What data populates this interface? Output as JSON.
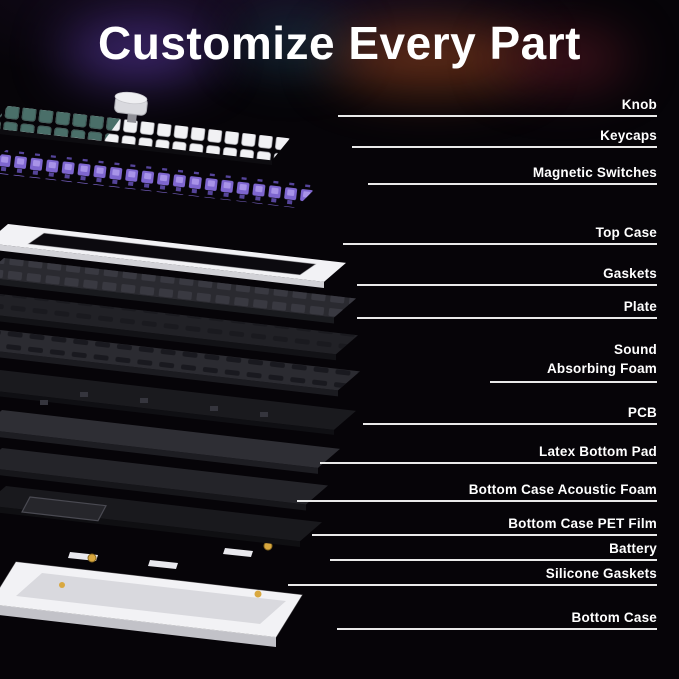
{
  "title": "Customize Every Part",
  "callouts": [
    {
      "label": "Knob"
    },
    {
      "label": "Keycaps"
    },
    {
      "label": "Magnetic Switches"
    },
    {
      "label": "Top Case"
    },
    {
      "label": "Gaskets"
    },
    {
      "label": "Plate"
    },
    {
      "label": "Sound\nAbsorbing Foam"
    },
    {
      "label": "PCB"
    },
    {
      "label": "Latex Bottom Pad"
    },
    {
      "label": "Bottom Case Acoustic Foam"
    },
    {
      "label": "Bottom Case PET Film"
    },
    {
      "label": "Battery"
    },
    {
      "label": "Silicone Gaskets"
    },
    {
      "label": "Bottom Case"
    }
  ],
  "colors": {
    "bg": "#060408",
    "text": "#ffffff",
    "leader-line": "#e9e9e9",
    "switch-purple": "#7e66cf",
    "switch-purple-light": "#a893e8",
    "keycap-white": "#f1f1f4",
    "keycap-teal": "#4a6f69",
    "case-white": "#f2f2f5",
    "gold": "#d9a83f",
    "glow-purple": "#6e46c8",
    "glow-orange": "#c85a28"
  }
}
